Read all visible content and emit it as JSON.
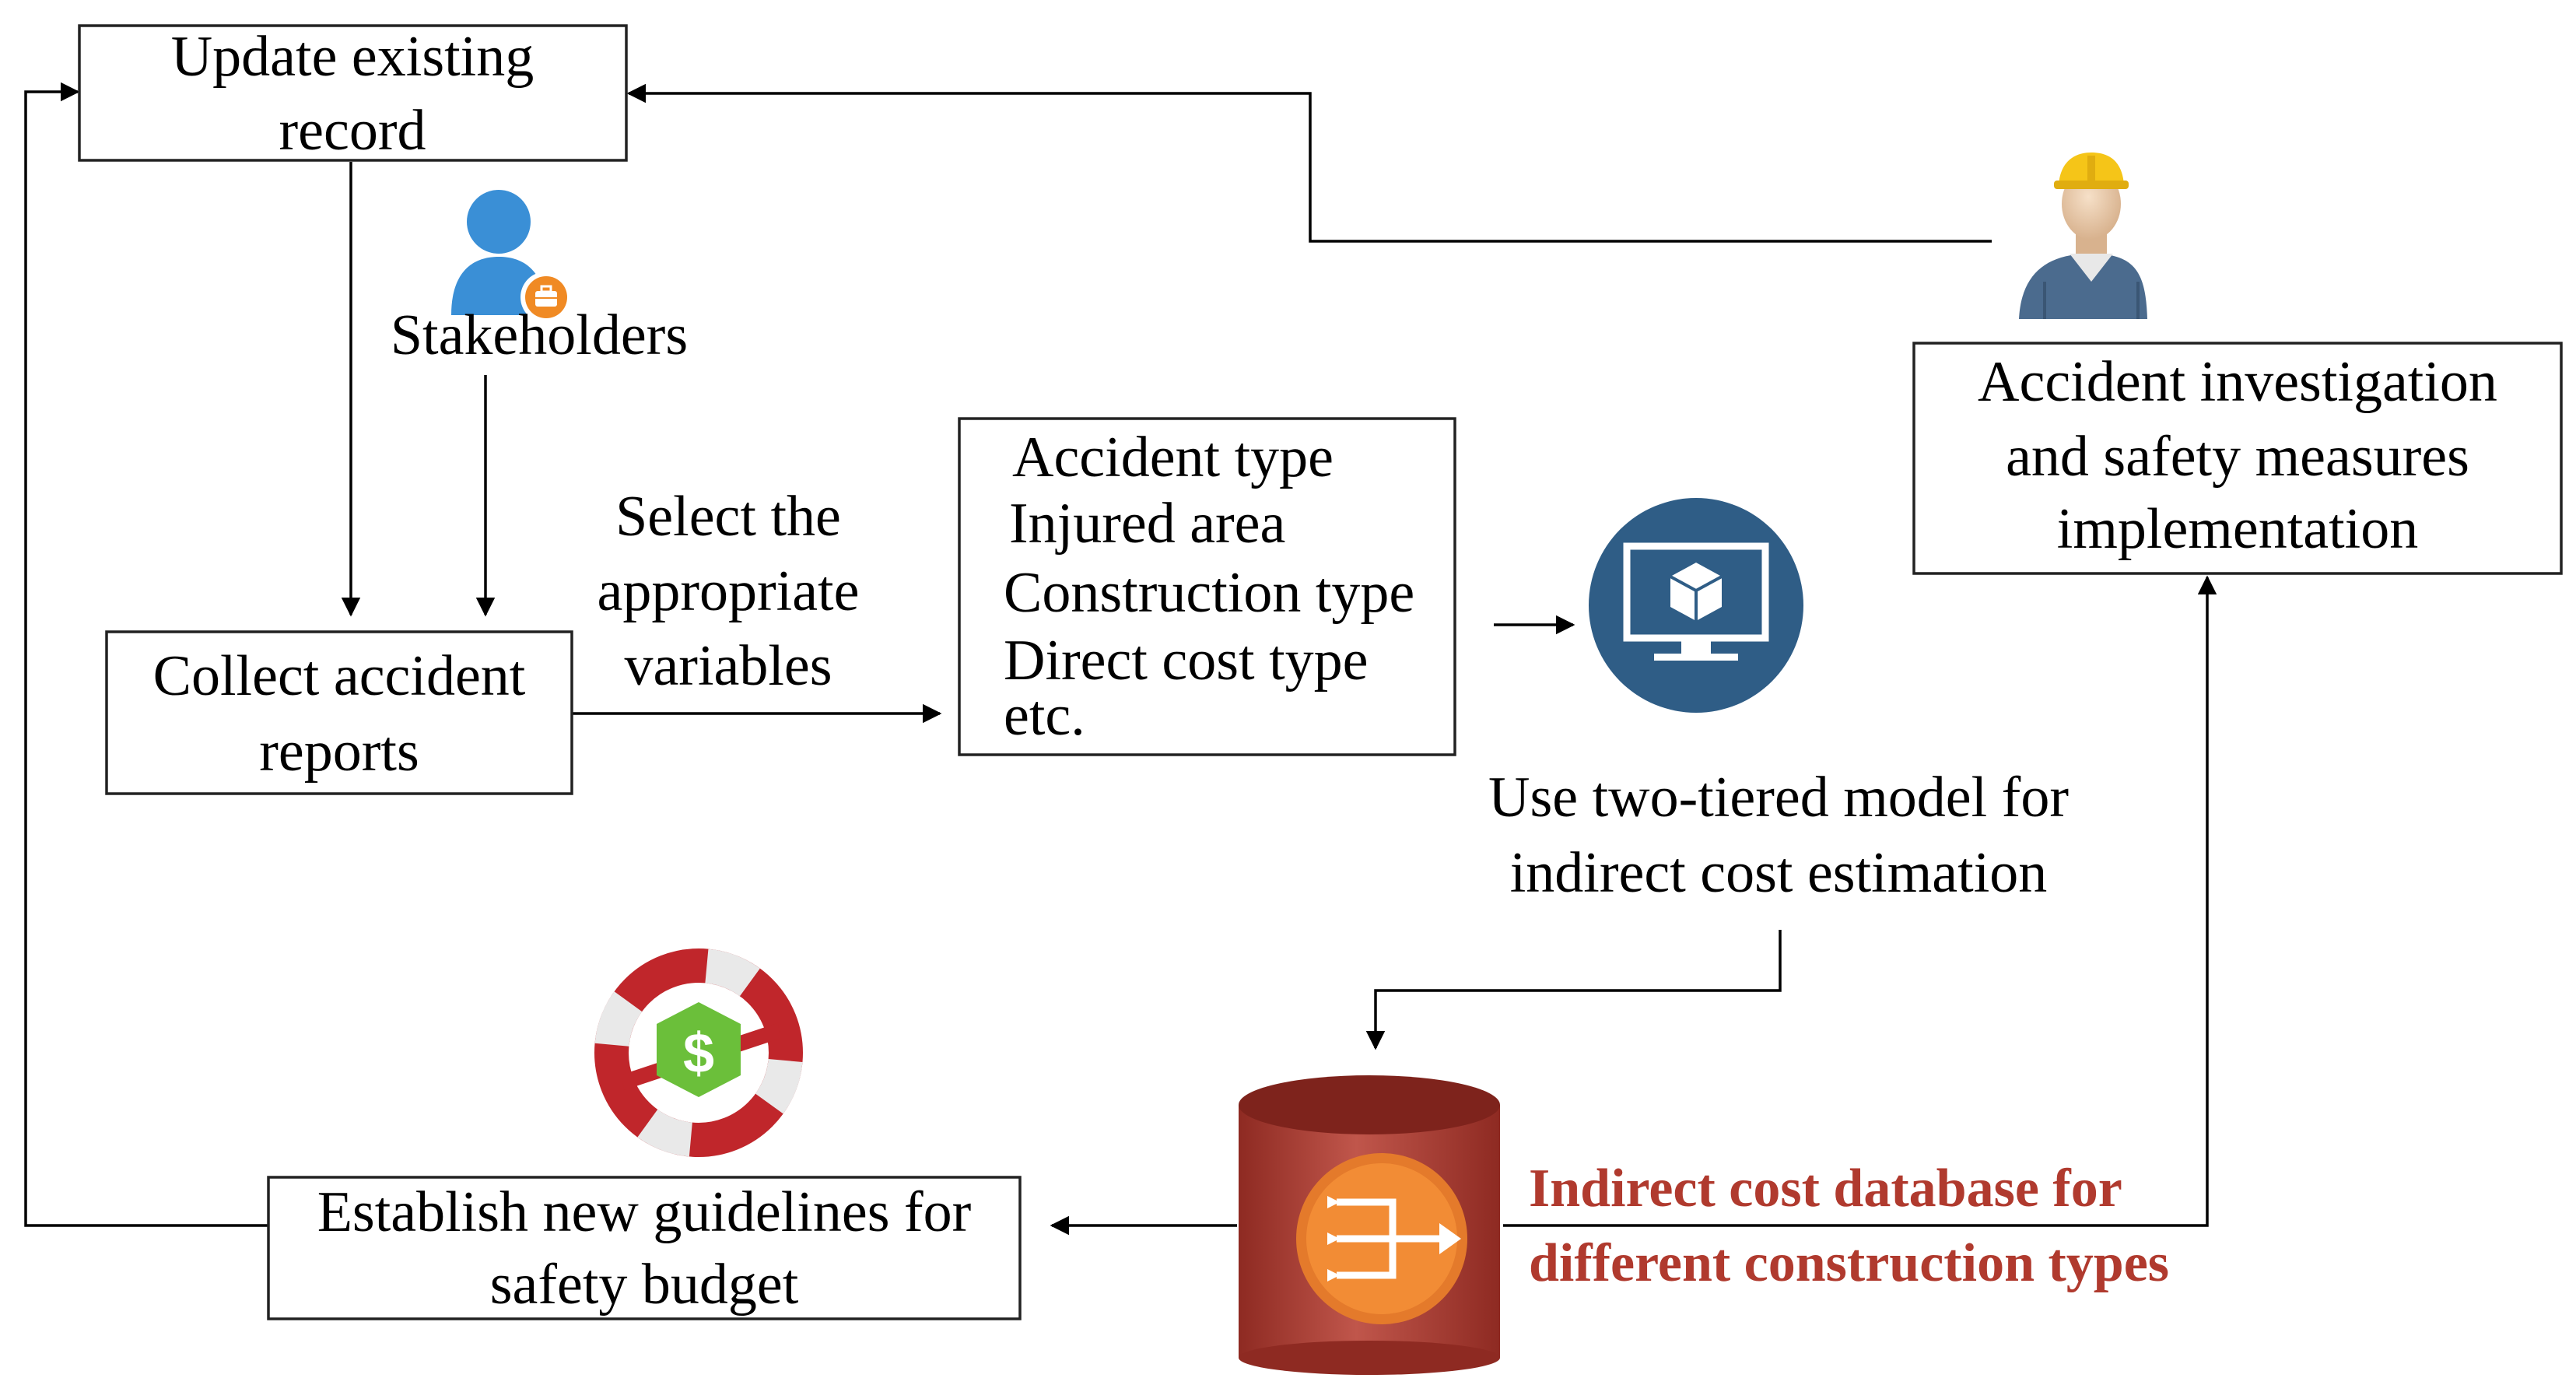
{
  "nodes": {
    "update_record": {
      "lines": [
        "Update existing",
        "record"
      ]
    },
    "stakeholders": {
      "label": "Stakeholders"
    },
    "collect_reports": {
      "lines": [
        "Collect accident",
        "reports"
      ]
    },
    "select_variables": {
      "lines": [
        "Select the",
        "appropriate",
        "variables"
      ]
    },
    "variables_list": {
      "lines": [
        "Accident type",
        "Injured area",
        "Construction type",
        "Direct cost type",
        "etc."
      ]
    },
    "two_tiered_model": {
      "lines": [
        "Use two-tiered model for",
        "indirect cost estimation"
      ]
    },
    "accident_investigation": {
      "lines": [
        "Accident investigation",
        "and safety measures",
        "implementation"
      ]
    },
    "database": {
      "lines": [
        "Indirect cost database for",
        "different construction types"
      ]
    },
    "guidelines": {
      "lines": [
        "Establish new guidelines for",
        "safety budget"
      ]
    }
  },
  "icons": {
    "stakeholder": "user-briefcase-icon",
    "computer": "computer-monitor-cube-icon",
    "worker": "construction-worker-hardhat-icon",
    "database": "database-cylinder-icon",
    "budget": "dollar-lifebuoy-icon"
  },
  "colors": {
    "database_label": "#b03a2e",
    "database_cylinder": "#b5443a",
    "computer_circle": "#2f5d86",
    "budget_ring": "#c0262b",
    "budget_dollar": "#6bbf3a",
    "stakeholder_blue": "#3a8fd6",
    "hardhat": "#f5c518",
    "connector": "#000000"
  }
}
